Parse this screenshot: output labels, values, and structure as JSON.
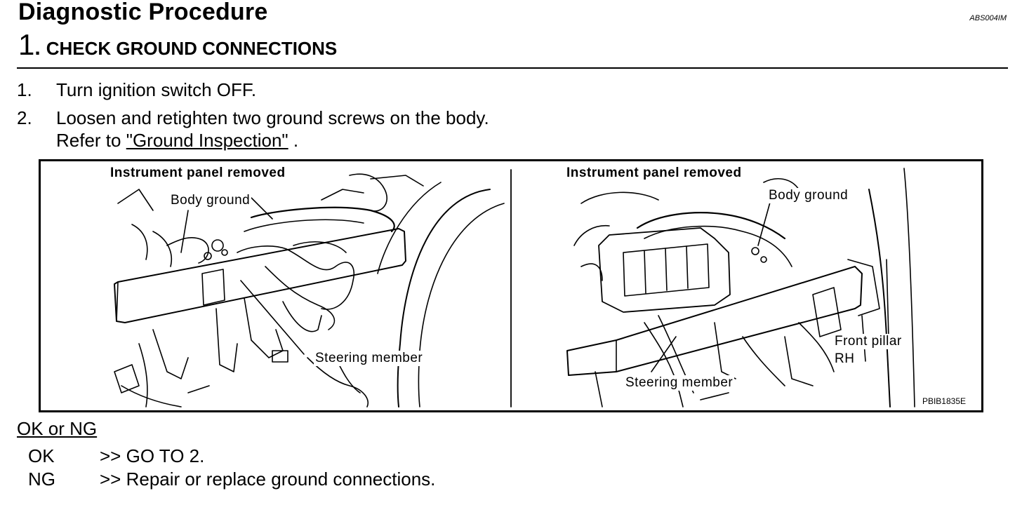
{
  "header": {
    "title": "Diagnostic Procedure",
    "code": "ABS004IM"
  },
  "step": {
    "number": "1",
    "dot": ".",
    "title": "CHECK GROUND CONNECTIONS"
  },
  "instructions": [
    {
      "number": "1.",
      "text": "Turn ignition switch OFF."
    },
    {
      "number": "2.",
      "text": "Loosen and retighten two ground screws on the body.",
      "refer_prefix": "Refer to ",
      "link": "\"Ground Inspection\"",
      "refer_suffix": " ."
    }
  ],
  "figure": {
    "left_panel": {
      "caption": "Instrument panel removed",
      "label_body_ground": "Body ground",
      "label_steering_member": "Steering member"
    },
    "right_panel": {
      "caption": "Instrument panel removed",
      "label_body_ground": "Body ground",
      "label_front_pillar": "Front pillar",
      "label_rh": "RH",
      "label_steering_member": "Steering member"
    },
    "code": "PBIB1835E"
  },
  "result": {
    "heading": "OK or NG",
    "items": [
      {
        "key": "OK",
        "value": ">> GO TO 2."
      },
      {
        "key": "NG",
        "value": ">> Repair or replace ground connections."
      }
    ]
  }
}
